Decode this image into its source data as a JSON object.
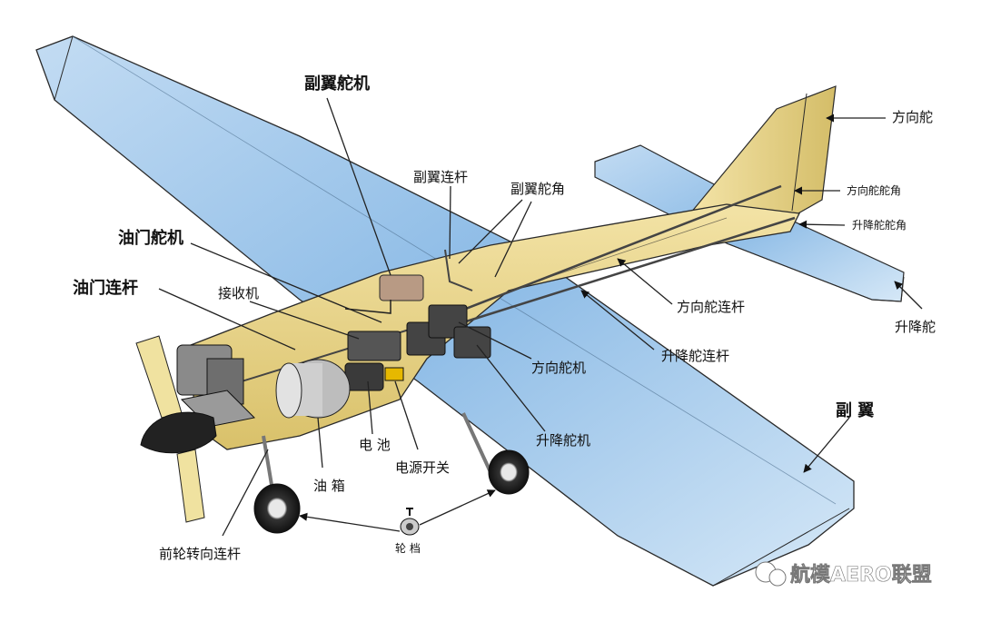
{
  "labels": {
    "aileron_servo": "副翼舵机",
    "aileron_linkage": "副翼连杆",
    "aileron_horn": "副翼舵角",
    "throttle_servo": "油门舵机",
    "throttle_linkage": "油门连杆",
    "receiver": "接收机",
    "rudder": "方向舵",
    "rudder_horn": "方向舵舵角",
    "elevator_horn": "升降舵舵角",
    "rudder_linkage": "方向舵连杆",
    "elevator_linkage": "升降舵连杆",
    "rudder_servo": "方向舵机",
    "elevator_servo": "升降舵机",
    "elevator": "升降舵",
    "aileron": "副 翼",
    "battery": "电 池",
    "power_switch": "电源开关",
    "fuel_tank": "油 箱",
    "nose_steering_linkage": "前轮转向连杆",
    "wheel_collar": "轮 档"
  },
  "watermark": "航模AERO联盟",
  "colors": {
    "wing": "#a9cdee",
    "fuselage": "#ecd98f",
    "outline": "#2a2a2a"
  }
}
